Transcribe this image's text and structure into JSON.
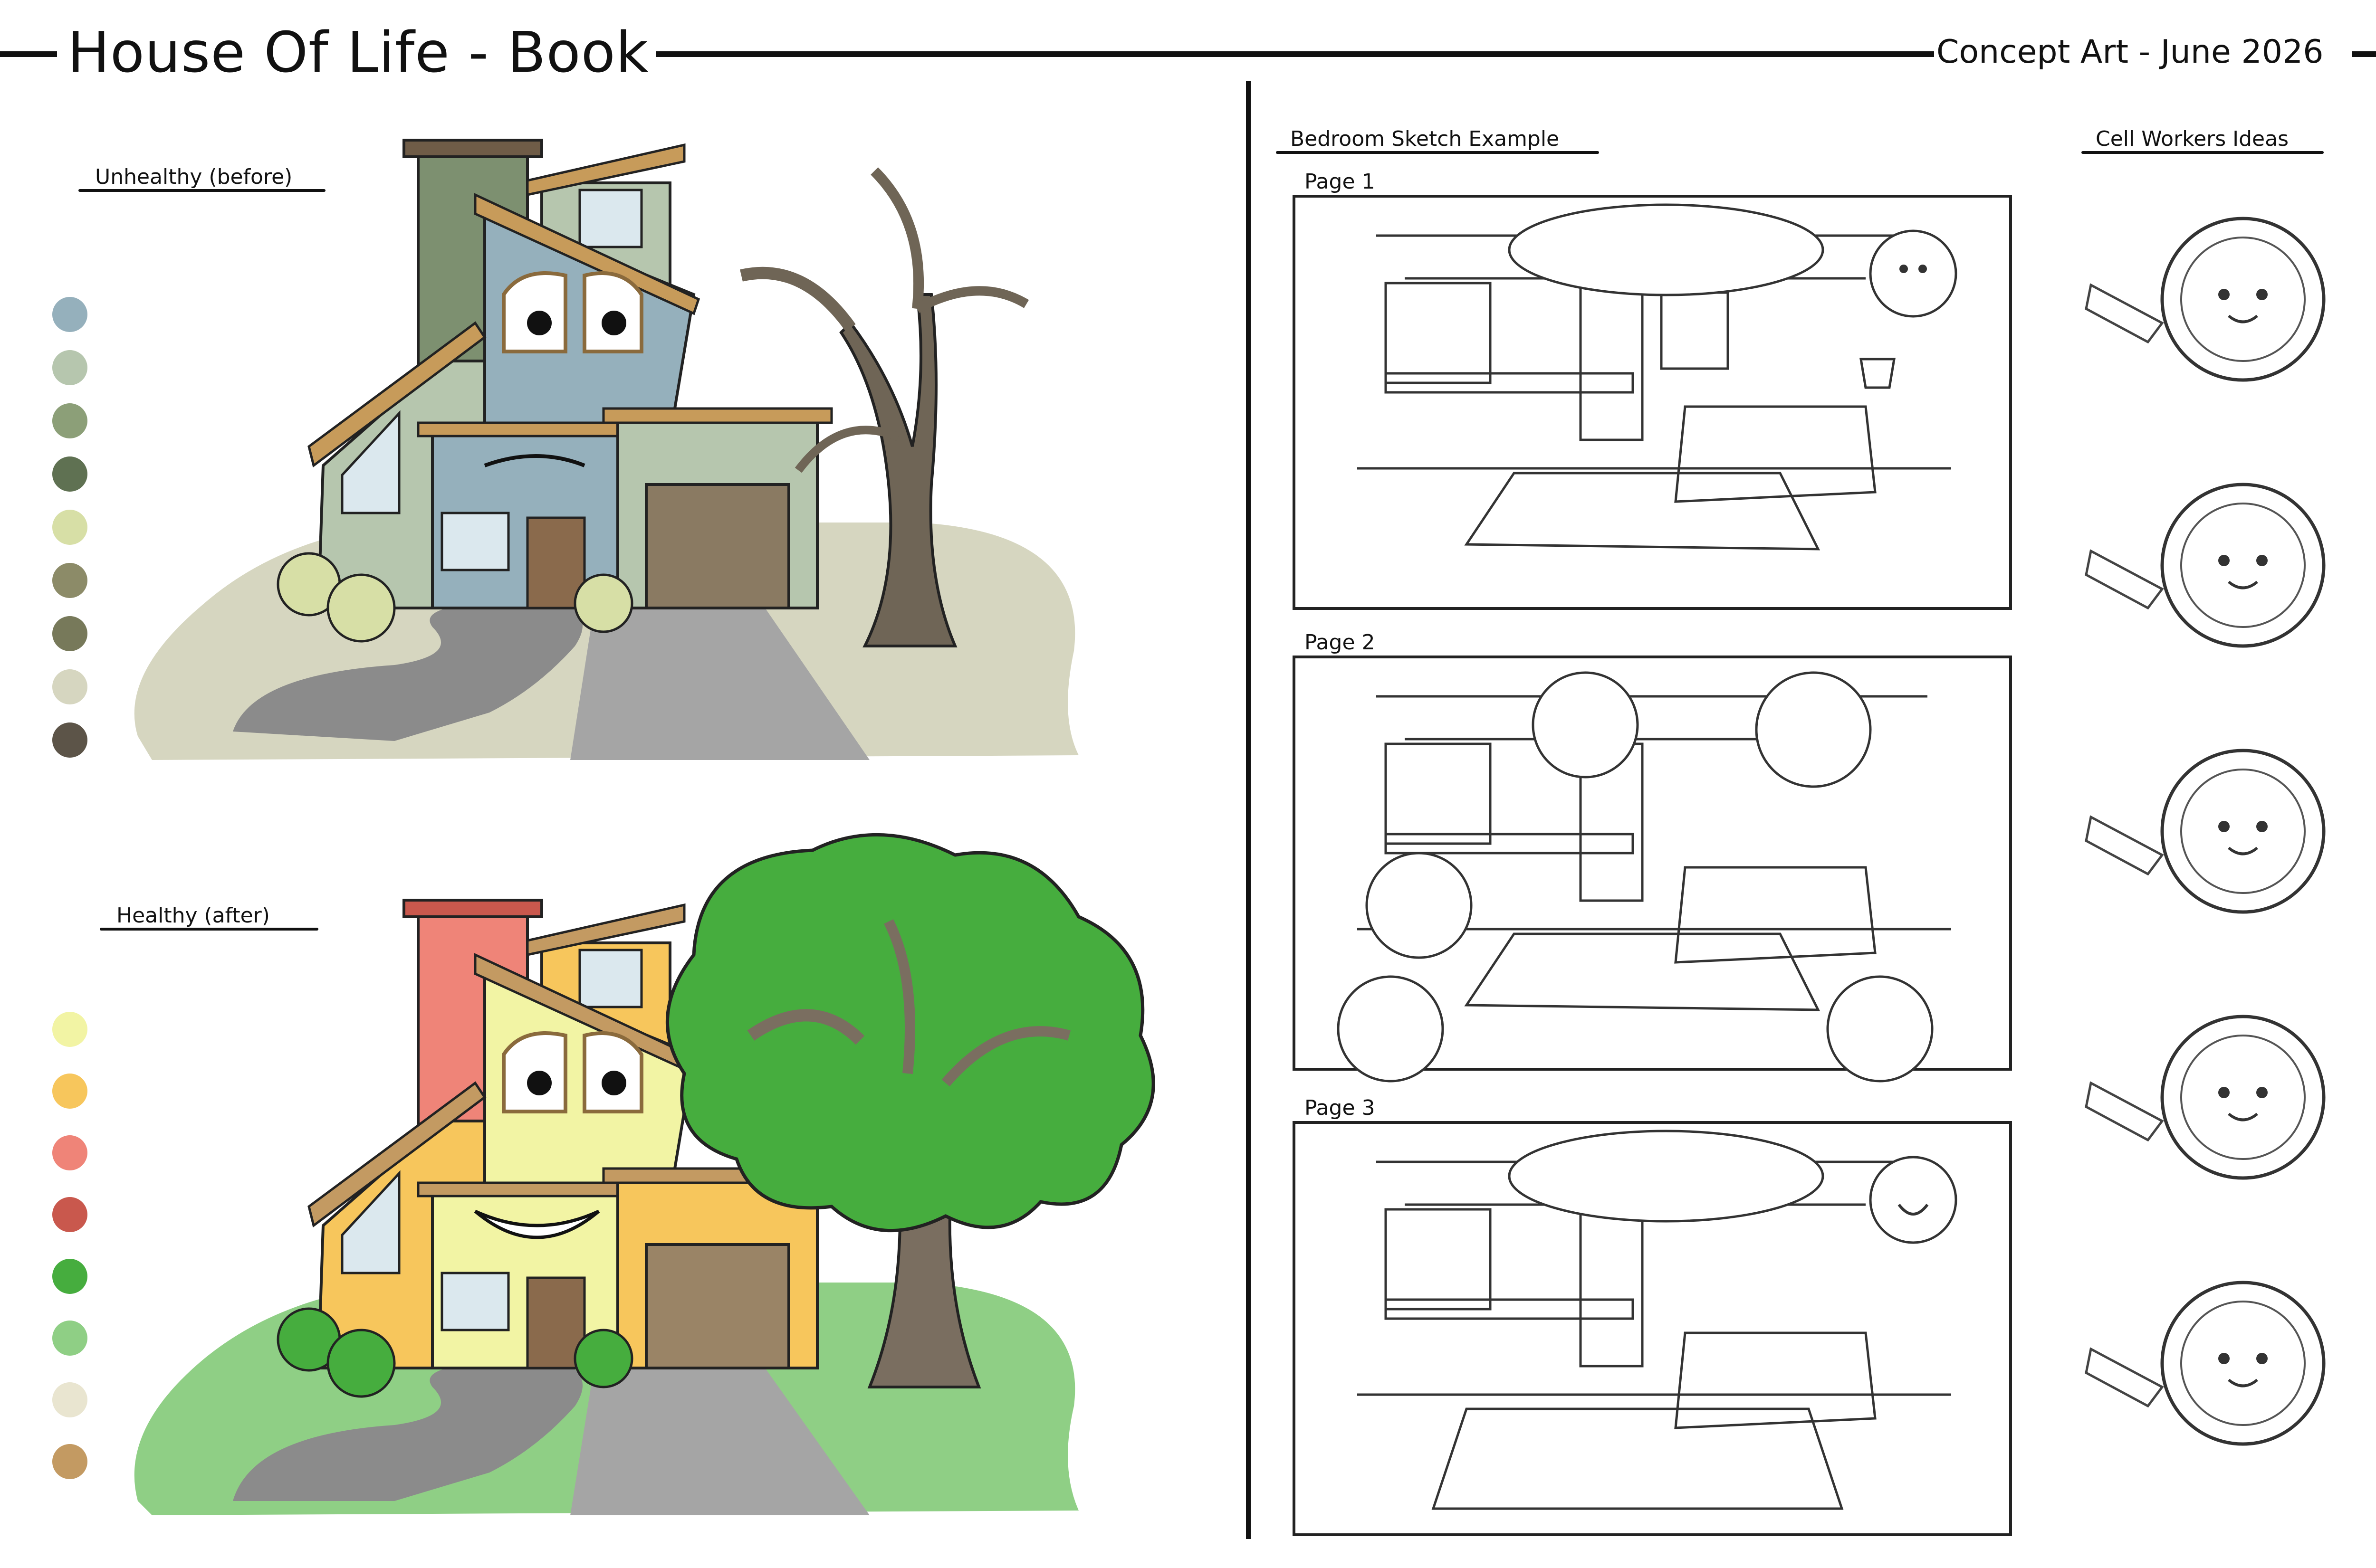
{
  "header": {
    "title": "House Of Life - Book",
    "subtitle": "Concept Art - June 2026"
  },
  "sections": {
    "unhealthy_label": "Unhealthy (before)",
    "healthy_label": "Healthy (after)",
    "bedroom_label": "Bedroom Sketch Example",
    "workers_label": "Cell Workers Ideas"
  },
  "pages": [
    {
      "label": "Page 1"
    },
    {
      "label": "Page 2"
    },
    {
      "label": "Page 3"
    }
  ],
  "palettes": {
    "unhealthy": [
      "#95b0bc",
      "#b6c6ae",
      "#8c9f78",
      "#5f7152",
      "#d7dfa6",
      "#8c8b68",
      "#77795a",
      "#d6d6c0",
      "#5c5448"
    ],
    "healthy": [
      "#f2f4a4",
      "#f7c65c",
      "#ef8478",
      "#c9584d",
      "#46ad3e",
      "#8fcf85",
      "#e9e5d0",
      "#c39a62"
    ]
  },
  "cell_workers": [
    {
      "name": "gardener-worker-icon"
    },
    {
      "name": "builder-worker-icon"
    },
    {
      "name": "energy-worker-icon"
    },
    {
      "name": "archivist-worker-icon"
    },
    {
      "name": "cleaner-worker-icon"
    }
  ]
}
